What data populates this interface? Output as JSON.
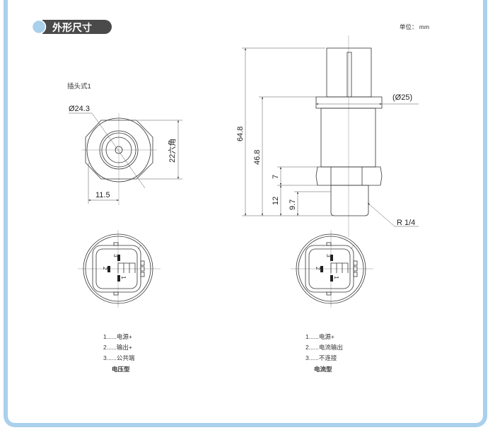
{
  "header": {
    "title": "外形尺寸",
    "unit": "单位： mm"
  },
  "colors": {
    "accent": "#a9d0ec",
    "header_bg": "#4a4a4a"
  },
  "plug_view": {
    "label": "插头式1",
    "diameter": "Ø24.3",
    "hex": "22六角",
    "half_width": "11.5"
  },
  "side_view": {
    "total_height": "64.8",
    "body_height": "46.8",
    "hex_height": "7",
    "thread_total": "12",
    "thread_length": "9.7",
    "flange_diameter": "(Ø25)",
    "thread": "R 1/4"
  },
  "connector": {
    "pins": [
      "1",
      "2",
      "3"
    ]
  },
  "voltage": {
    "items": [
      "1......电源+",
      "2......输出+",
      "3......公共端"
    ],
    "title": "电压型"
  },
  "current": {
    "items": [
      "1......电源+",
      "2......电流输出",
      "3......不连接"
    ],
    "title": "电流型"
  }
}
